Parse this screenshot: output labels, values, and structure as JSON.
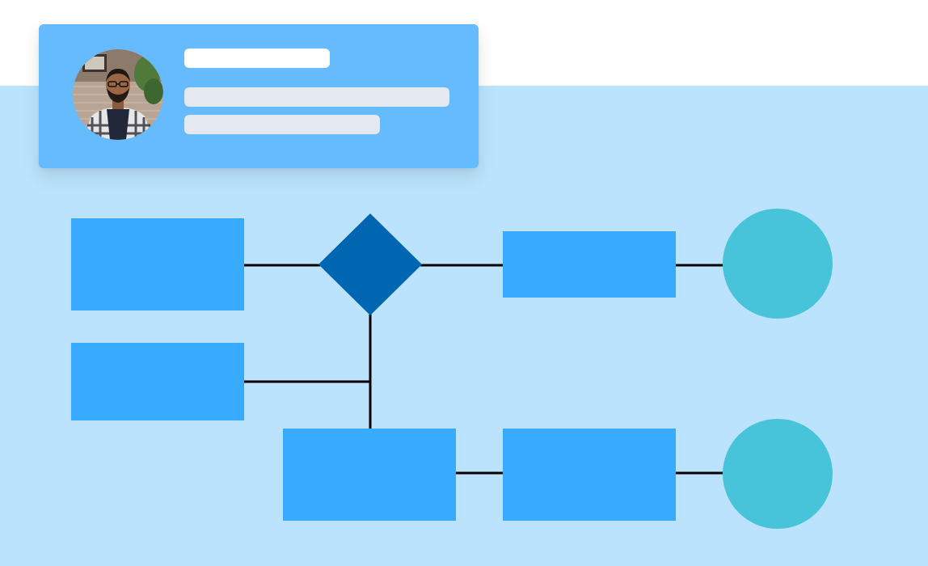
{
  "colors": {
    "page_background": "#ffffff",
    "band": "#bbe3fd",
    "card": "#66bbfe",
    "card_line_primary": "#ffffff",
    "card_line_secondary": "#e3e8f1",
    "process_box": "#38abfe",
    "decision": "#0166b2",
    "terminal": "#47c4da",
    "connector": "#000000"
  },
  "profile_card": {
    "avatar_icon": "person-photo-icon",
    "placeholder_lines": 3
  },
  "flowchart": {
    "nodes": [
      {
        "id": "process-box-1",
        "shape": "rectangle",
        "label": ""
      },
      {
        "id": "process-box-2",
        "shape": "rectangle",
        "label": ""
      },
      {
        "id": "decision-diamond",
        "shape": "diamond",
        "label": ""
      },
      {
        "id": "process-box-3",
        "shape": "rectangle",
        "label": ""
      },
      {
        "id": "process-box-4",
        "shape": "rectangle",
        "label": ""
      },
      {
        "id": "process-box-5",
        "shape": "rectangle",
        "label": ""
      },
      {
        "id": "terminal-circle-1",
        "shape": "circle",
        "label": ""
      },
      {
        "id": "terminal-circle-2",
        "shape": "circle",
        "label": ""
      }
    ],
    "edges": [
      {
        "from": "process-box-1",
        "to": "decision-diamond"
      },
      {
        "from": "decision-diamond",
        "to": "process-box-3"
      },
      {
        "from": "process-box-3",
        "to": "terminal-circle-1"
      },
      {
        "from": "decision-diamond",
        "to": "process-box-4"
      },
      {
        "from": "process-box-2",
        "to": "decision-diamond"
      },
      {
        "from": "process-box-4",
        "to": "process-box-5"
      },
      {
        "from": "process-box-5",
        "to": "terminal-circle-2"
      }
    ]
  }
}
